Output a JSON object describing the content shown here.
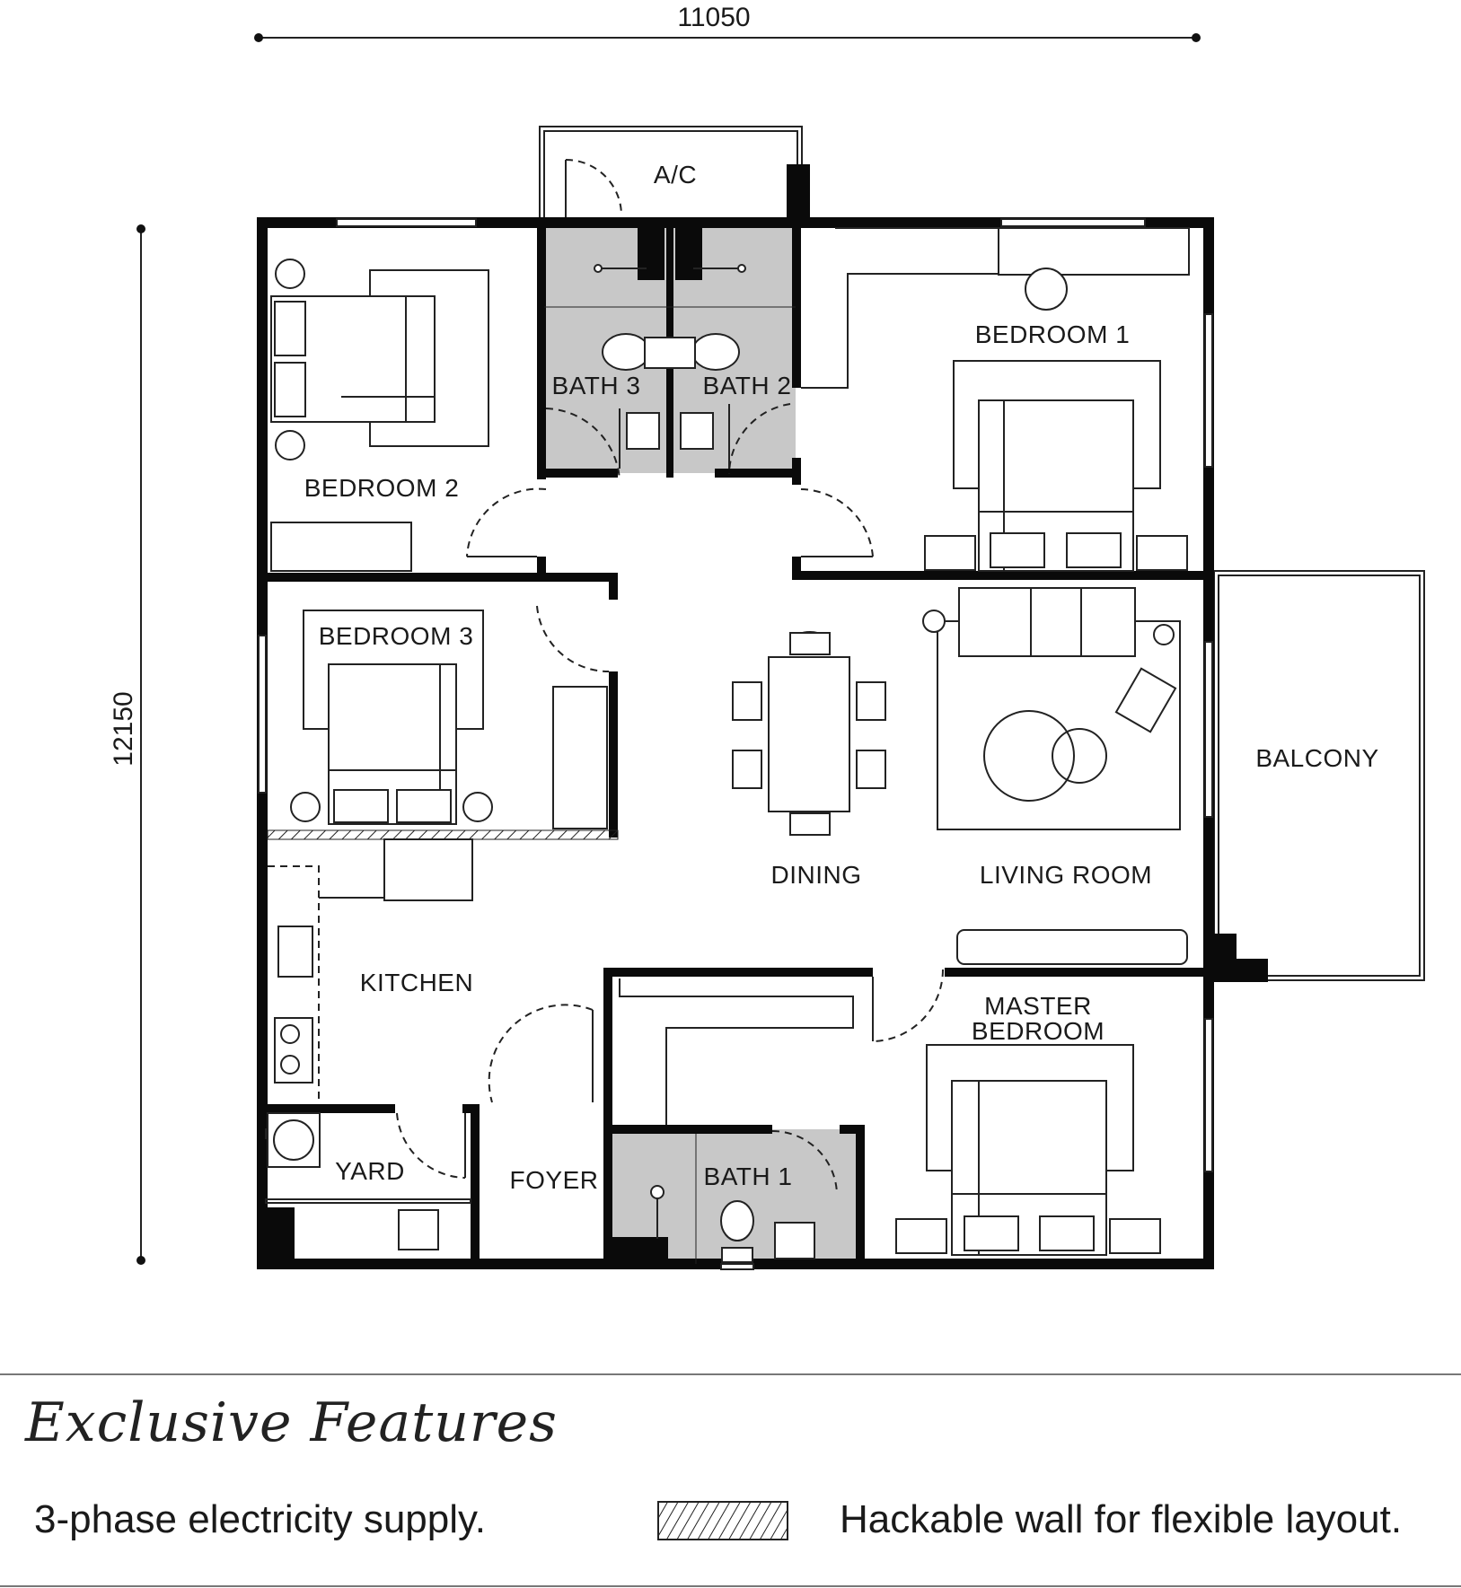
{
  "dimensions": {
    "width": "11050",
    "height": "12150"
  },
  "rooms": {
    "ac": "A/C",
    "bath3": "BATH 3",
    "bath2": "BATH 2",
    "bedroom1": "BEDROOM 1",
    "bedroom2": "BEDROOM 2",
    "bedroom3": "BEDROOM 3",
    "dining": "DINING",
    "living": "LIVING ROOM",
    "balcony": "BALCONY",
    "kitchen": "KITCHEN",
    "master1": "MASTER",
    "master2": "BEDROOM",
    "yard": "YARD",
    "foyer": "FOYER",
    "bath1": "BATH 1"
  },
  "features": {
    "title": "Exclusive Features",
    "item1": "3-phase electricity supply.",
    "item2": "Hackable wall for flexible layout."
  },
  "colors": {
    "wet_area": "#c8c8c8",
    "wall": "#0a0a0a"
  }
}
